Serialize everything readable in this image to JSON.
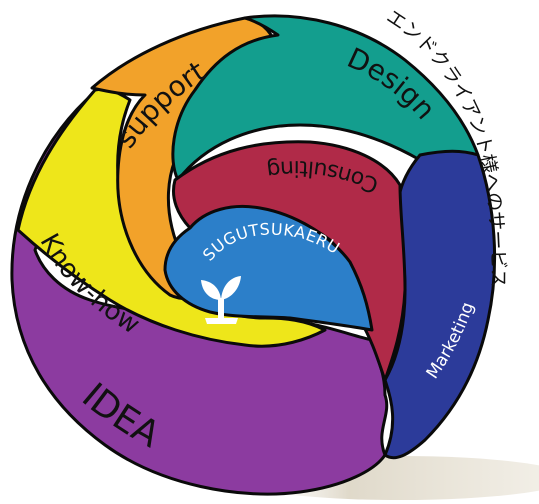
{
  "colors": {
    "idea": "#8c3ba0",
    "knowhow": "#eee61a",
    "support": "#f2a22a",
    "design": "#139e8e",
    "consulting": "#b02a48",
    "marketing": "#2c3b9a",
    "core": "#2c7fc9",
    "outline": "#0a0a0a",
    "shadow": "#dcd5c4"
  },
  "segments": {
    "idea": {
      "label": "IDEA"
    },
    "knowhow": {
      "label": "Know-how"
    },
    "support": {
      "label": "support"
    },
    "design": {
      "label": "Design"
    },
    "consulting": {
      "label": "Consulting"
    },
    "marketing": {
      "label": "Marketing"
    }
  },
  "core": {
    "brand": "SUGUTSUKAERU",
    "icon": "sprout-icon"
  },
  "caption": {
    "text": "エンドクライアント様へのサービス"
  }
}
